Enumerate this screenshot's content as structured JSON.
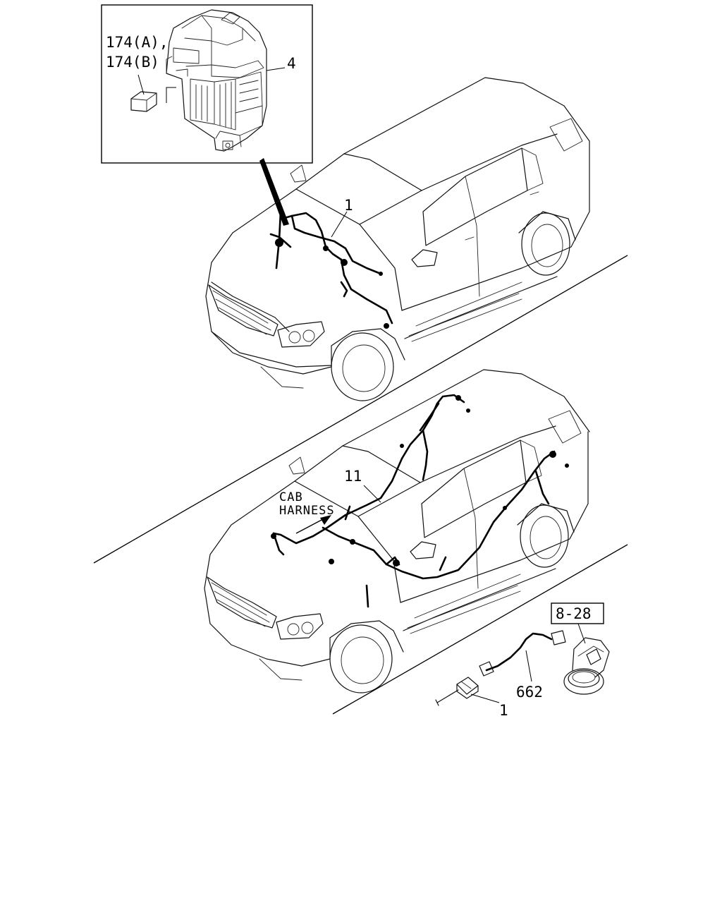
{
  "callouts": {
    "relay_a": "174(A),",
    "relay_b": "174(B)",
    "junction_block": "4",
    "main_harness_top": "1",
    "cab_harness": "11",
    "cab_harness_label_line1": "CAB",
    "cab_harness_label_line2": "HARNESS",
    "sub_harness": "662",
    "main_harness_bottom": "1",
    "reference": "8-28"
  }
}
